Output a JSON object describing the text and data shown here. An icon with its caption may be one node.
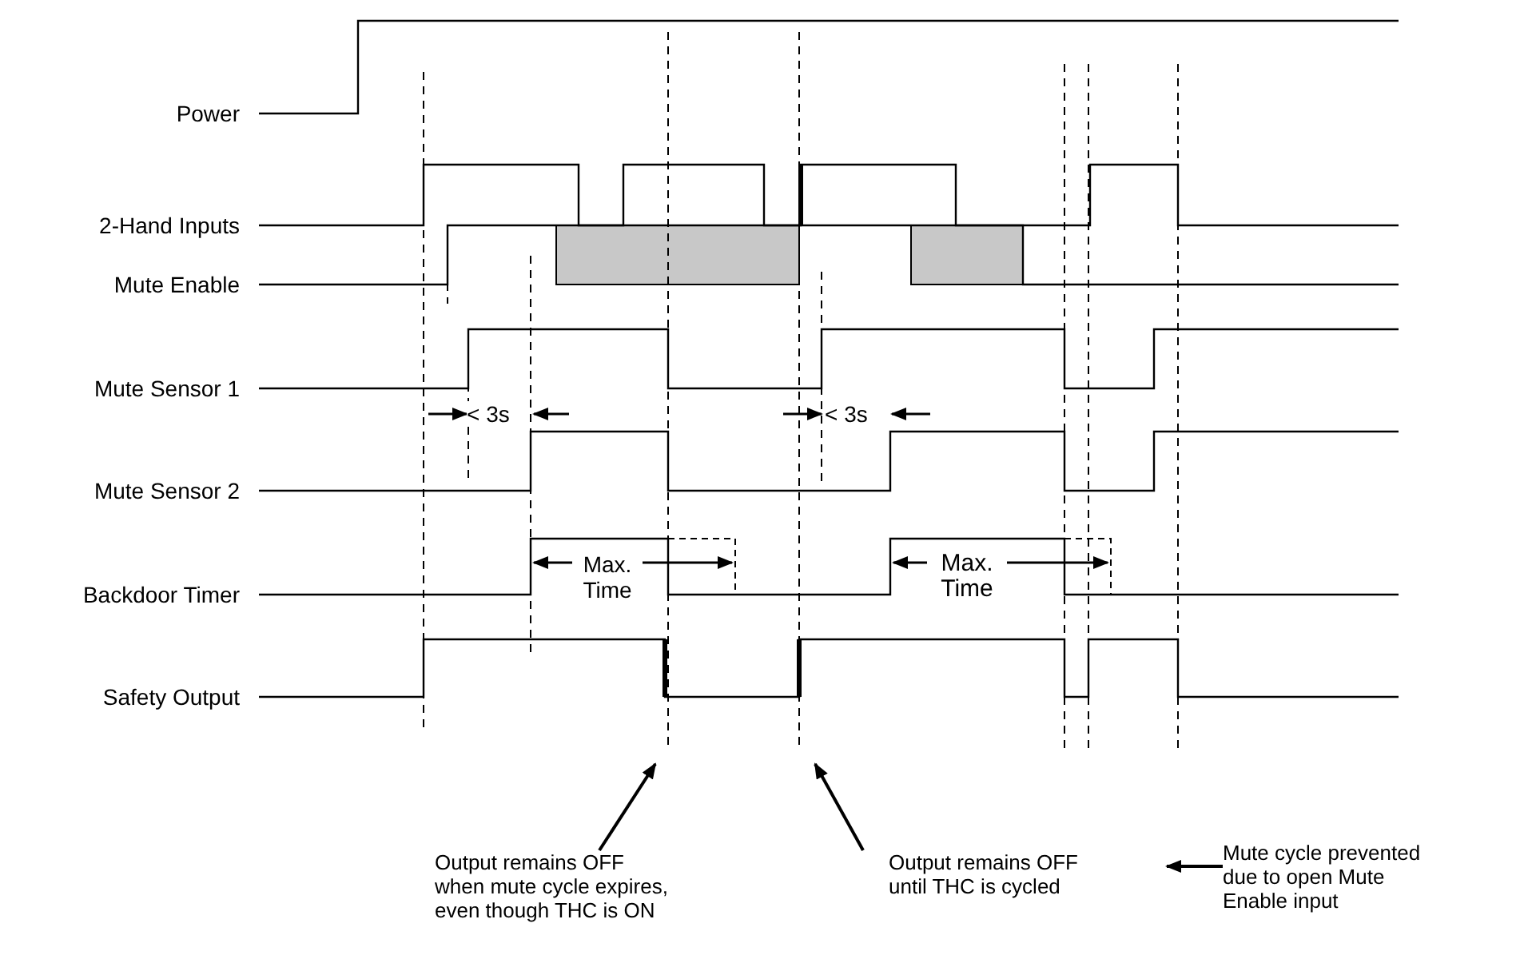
{
  "diagram": {
    "nodes": [
      {
        "text": [
          "Output remains OFF when mute cycle expires, even though THC is ON"
        ]
      },
      {
        "text": [
          "Output remains OFF until THC is cycled"
        ]
      },
      {
        "text": [
          "Mute cycle prevented due to open Mute Enable input"
        ]
      }
    ],
    "edges": [
      {
        "from": 0,
        "to": null,
        "arrow": "to"
      },
      {
        "from": 1,
        "to": null,
        "arrow": "to"
      },
      {
        "from": 2,
        "to": null,
        "arrow": "to"
      }
    ],
    "labels": [
      "Power",
      "2-Hand Inputs",
      "Mute Enable",
      "Mute Sensor 1",
      "< 3s",
      "< 3s",
      "Mute Sensor 2",
      "Backdoor Timer",
      "Max. Time",
      "Max. Time",
      "Safety Output"
    ]
  }
}
